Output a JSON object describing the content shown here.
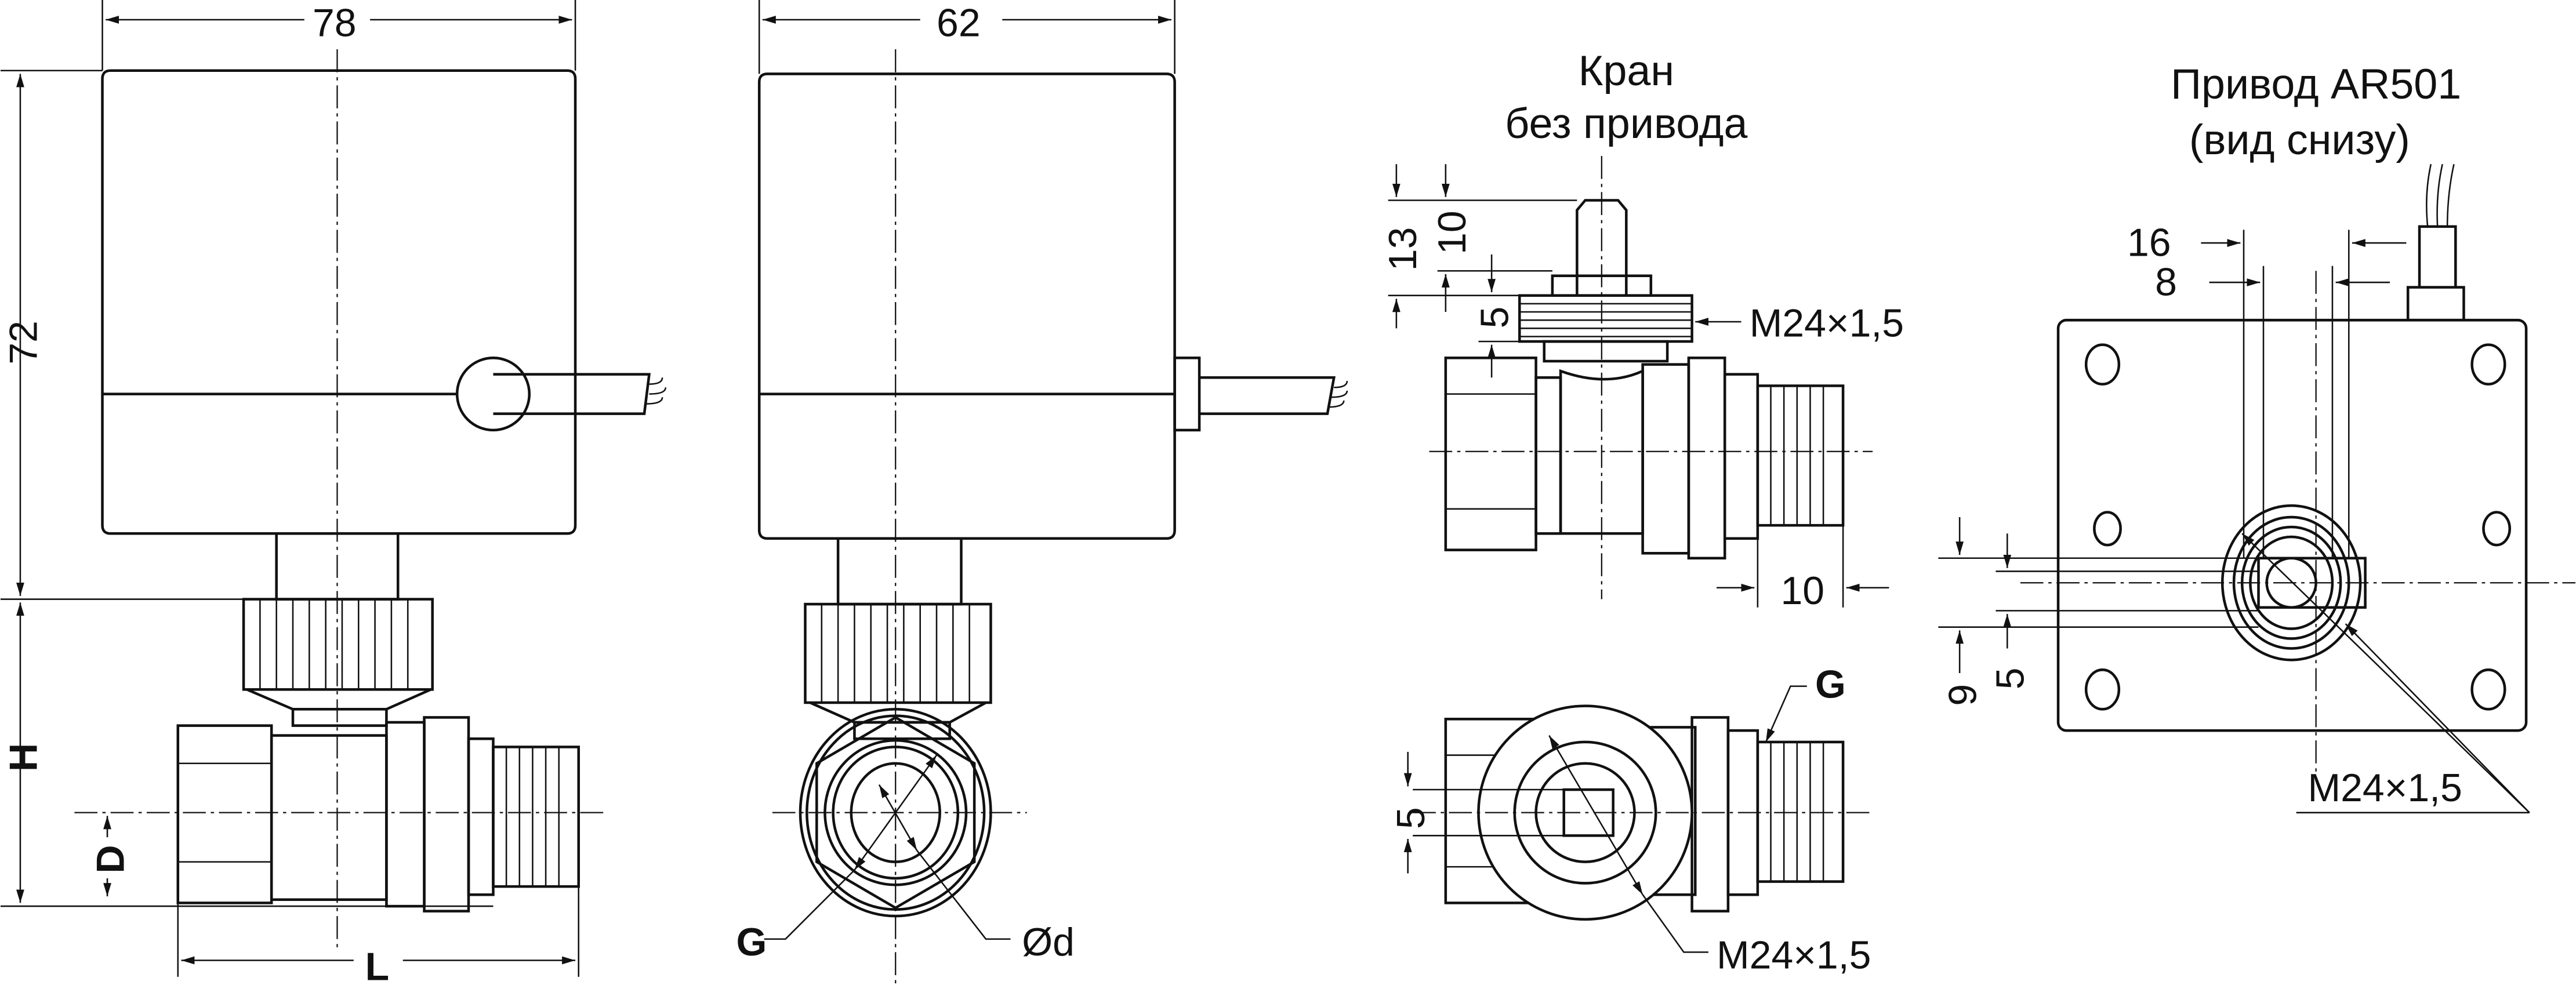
{
  "view1": {
    "width_dim": "78",
    "height_dim": "72",
    "h_label": "H",
    "d_label": "D",
    "l_label": "L"
  },
  "view2": {
    "width_dim": "62",
    "g_label": "G",
    "bore_label": "Ød"
  },
  "view3": {
    "title_line1": "Кран",
    "title_line2": "без привода",
    "dim_13": "13",
    "dim_10_top": "10",
    "dim_5_top": "5",
    "thread_top": "M24×1,5",
    "dim_10_thread": "10",
    "g_label": "G",
    "dim_5_bottom": "5",
    "thread_bottom": "M24×1,5"
  },
  "view4": {
    "title_line1": "Привод AR501",
    "title_line2": "(вид снизу)",
    "dim_16": "16",
    "dim_8": "8",
    "dim_9": "9",
    "dim_5": "5",
    "thread": "M24×1,5"
  }
}
